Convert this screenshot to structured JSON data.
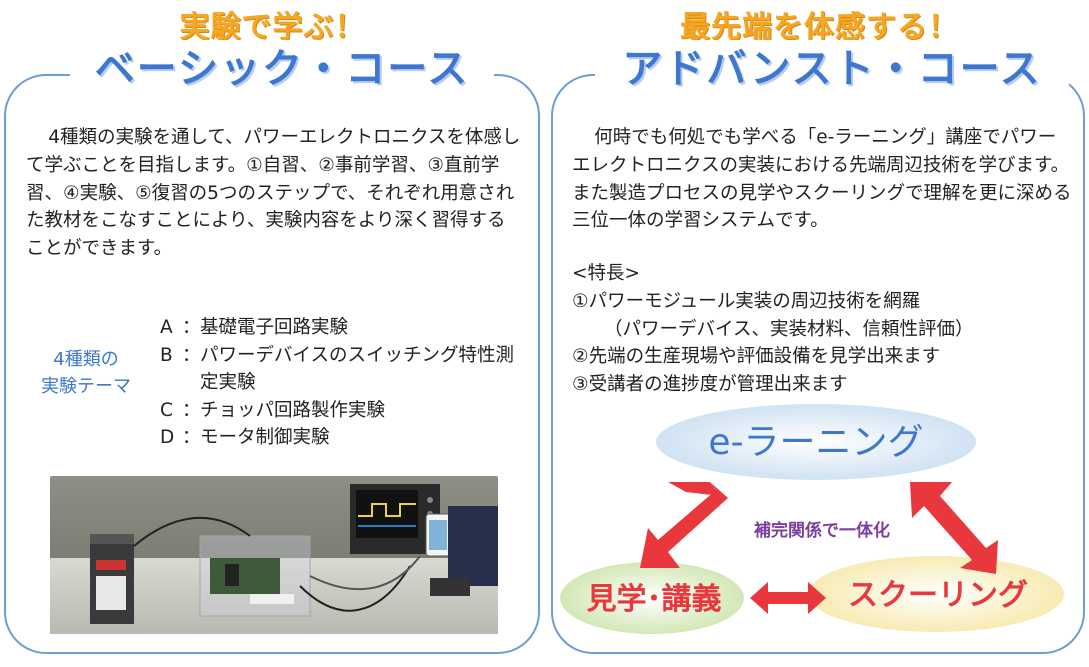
{
  "basic": {
    "heading_top": "実験で学ぶ！",
    "heading_course": "ベーシック・コース",
    "description": "4種類の実験を通して、パワーエレクトロニクスを体感して学ぶことを目指します。①自習、②事前学習、③直前学習、④実験、⑤復習の5つのステップで、それぞれ用意された教材をこなすことにより、実験内容をより深く習得することができます。",
    "theme_label_line1": "4種類の",
    "theme_label_line2": "実験テーマ",
    "themes": [
      {
        "letter": "A",
        "colon": "：",
        "text": "基礎電子回路実験"
      },
      {
        "letter": "B",
        "colon": "：",
        "text": "パワーデバイスのスイッチング特性測定実験"
      },
      {
        "letter": "C",
        "colon": "：",
        "text": "チョッパ回路製作実験"
      },
      {
        "letter": "D",
        "colon": "：",
        "text": "モータ制御実験"
      }
    ]
  },
  "advanced": {
    "heading_top": "最先端を体感する！",
    "heading_course": "アドバンスト・コース",
    "description": "何時でも何処でも学べる「e-ラーニング」講座でパワーエレクトロニクスの実装における先端周辺技術を学びます。また製造プロセスの見学やスクーリングで理解を更に深める三位一体の学習システムです。",
    "features_title": "<特長>",
    "features": [
      {
        "text": "①パワーモジュール実装の周辺技術を網羅",
        "sub": "（パワーデバイス、実装材料、信頼性評価）"
      },
      {
        "text": "②先端の生産現場や評価設備を見学出来ます",
        "sub": ""
      },
      {
        "text": "③受講者の進捗度が管理出来ます",
        "sub": ""
      }
    ],
    "cycle": {
      "top": "e-ラーニング",
      "left": "見学･講義",
      "right": "スクーリング",
      "center": "補完関係で一体化"
    }
  },
  "colors": {
    "accent_orange": "#f5a623",
    "accent_blue": "#3d77cf",
    "panel_border": "#6f9bd6",
    "arrow_red": "#e8383d",
    "center_purple": "#7a3fa0"
  }
}
